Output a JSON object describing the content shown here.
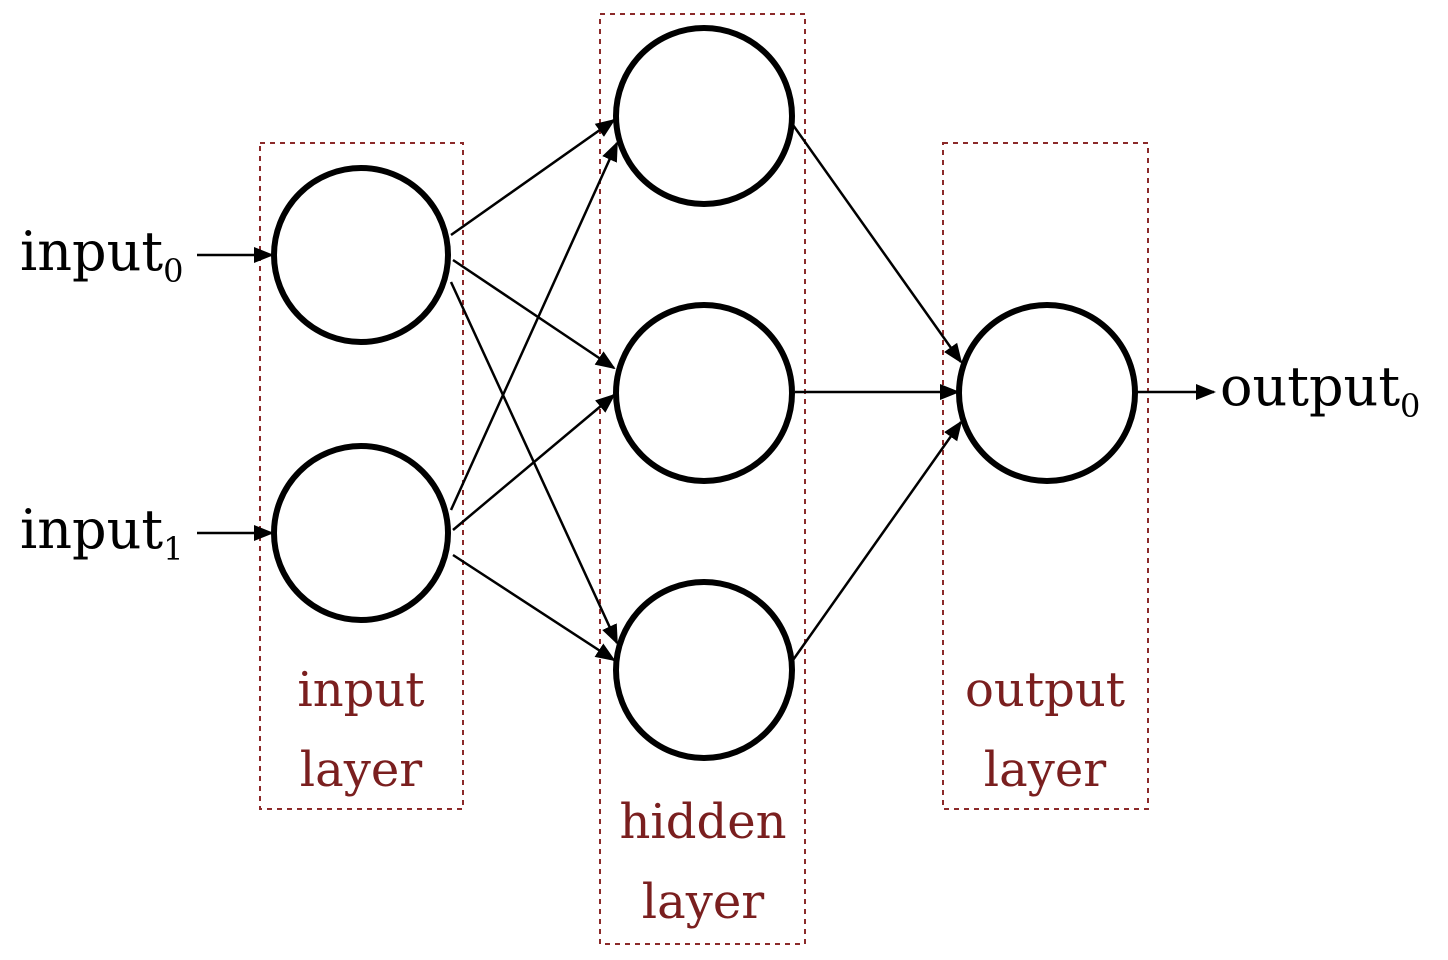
{
  "colors": {
    "layer_box": "#8b2a2a",
    "layer_label": "#7a1f1f",
    "node_stroke": "#000000",
    "edge": "#000000"
  },
  "io": {
    "input0": {
      "base": "input",
      "sub": "0"
    },
    "input1": {
      "base": "input",
      "sub": "1"
    },
    "output0": {
      "base": "output",
      "sub": "0"
    }
  },
  "layers": {
    "input": {
      "line1": "input",
      "line2": "layer"
    },
    "hidden": {
      "line1": "hidden",
      "line2": "layer"
    },
    "output": {
      "line1": "output",
      "line2": "layer"
    }
  }
}
